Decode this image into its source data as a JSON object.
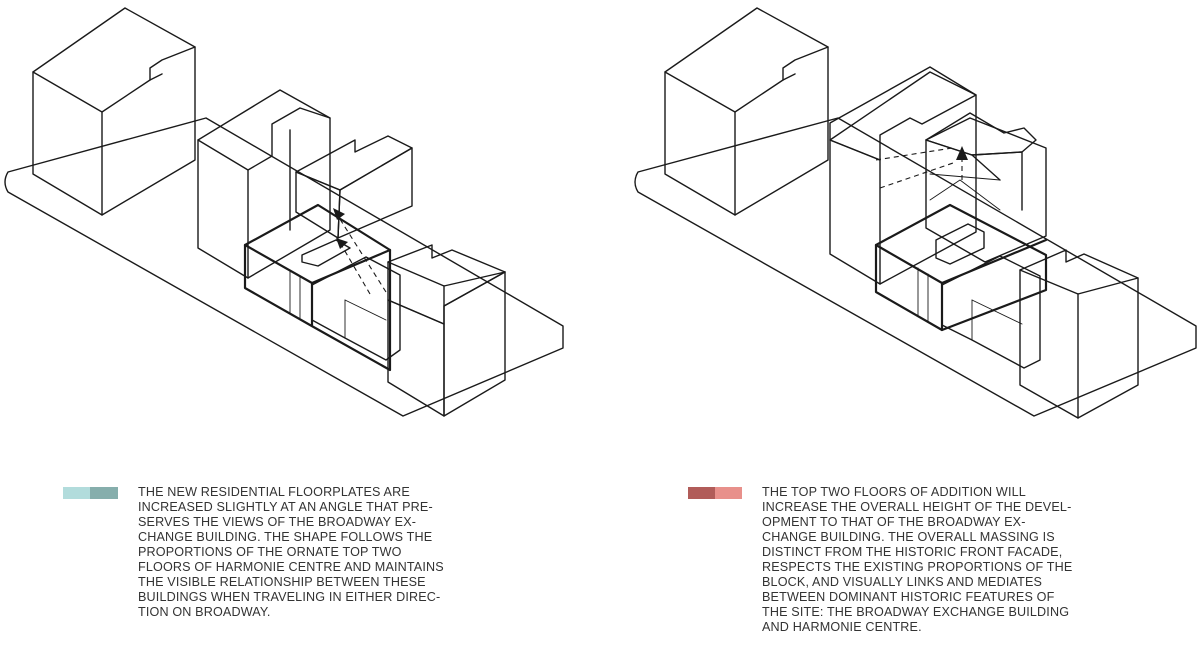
{
  "colors": {
    "teal_light": "#b2dcdc",
    "teal_dark": "#86aeac",
    "red_dark": "#b15c59",
    "red_light": "#e8908b",
    "line": "#1a1a1a",
    "text": "#333333"
  },
  "legends": [
    {
      "lines": [
        "THE NEW RESIDENTIAL FLOORPLATES ARE",
        "INCREASED SLIGHTLY AT AN ANGLE THAT PRE-",
        "SERVES THE VIEWS OF THE BROADWAY EX-",
        "CHANGE BUILDING.  THE SHAPE FOLLOWS THE",
        "PROPORTIONS OF THE ORNATE TOP TWO",
        "FLOORS OF HARMONIE CENTRE AND MAINTAINS",
        "THE VISIBLE RELATIONSHIP BETWEEN THESE",
        "BUILDINGS WHEN TRAVELING IN EITHER DIREC-",
        "TION ON BROADWAY."
      ]
    },
    {
      "lines": [
        "THE TOP TWO FLOORS OF ADDITION WILL",
        "INCREASE THE OVERALL HEIGHT OF THE DEVEL-",
        "OPMENT TO THAT OF THE BROADWAY EX-",
        "CHANGE BUILDING.  THE OVERALL MASSING IS",
        "DISTINCT FROM THE HISTORIC FRONT FACADE,",
        "RESPECTS THE EXISTING PROPORTIONS OF THE",
        "BLOCK, AND VISUALLY LINKS AND MEDIATES",
        "BETWEEN DOMINANT HISTORIC FEATURES OF",
        "THE SITE: THE BROADWAY EXCHANGE BUILDING",
        "AND HARMONIE CENTRE."
      ]
    }
  ]
}
